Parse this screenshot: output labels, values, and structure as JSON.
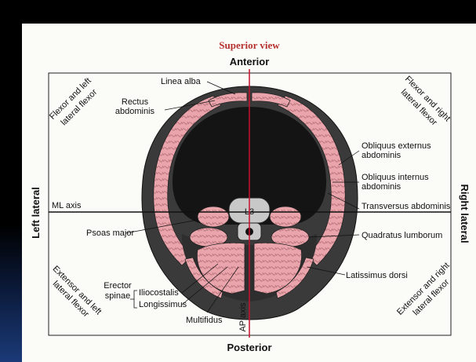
{
  "header": {
    "title": "Superior view"
  },
  "directions": {
    "anterior": "Anterior",
    "posterior": "Posterior",
    "left_lateral": "Left lateral",
    "right_lateral": "Right lateral"
  },
  "quadrants": {
    "upper_left": [
      "Flexor and left",
      "lateral flexor"
    ],
    "upper_right": [
      "Flexor and right",
      "lateral flexor"
    ],
    "lower_left": [
      "Extensor and left",
      "lateral flexor"
    ],
    "lower_right": [
      "Extensor and right",
      "lateral flexor"
    ]
  },
  "axes": {
    "ml": "ML axis",
    "ap": "AP axis"
  },
  "vertebra": "L3",
  "labels": {
    "linea_alba": "Linea alba",
    "rectus": [
      "Rectus",
      "abdominis"
    ],
    "ext_oblique": [
      "Obliquus externus",
      "abdominis"
    ],
    "int_oblique": [
      "Obliquus internus",
      "abdominis"
    ],
    "transversus": "Transversus abdominis",
    "psoas": "Psoas major",
    "quadratus": "Quadratus lumborum",
    "latissimus": "Latissimus dorsi",
    "erector": [
      "Erector",
      "spinae"
    ],
    "iliocostalis": "Iliocostalis",
    "longissimus": "Longissimus",
    "multifidus": "Multifidus"
  },
  "colors": {
    "muscle": "#e9a5ab",
    "fascia": "#3a3a3a",
    "cavity": "#141414",
    "axis_line": "#c8102e",
    "title": "#b5322f"
  }
}
